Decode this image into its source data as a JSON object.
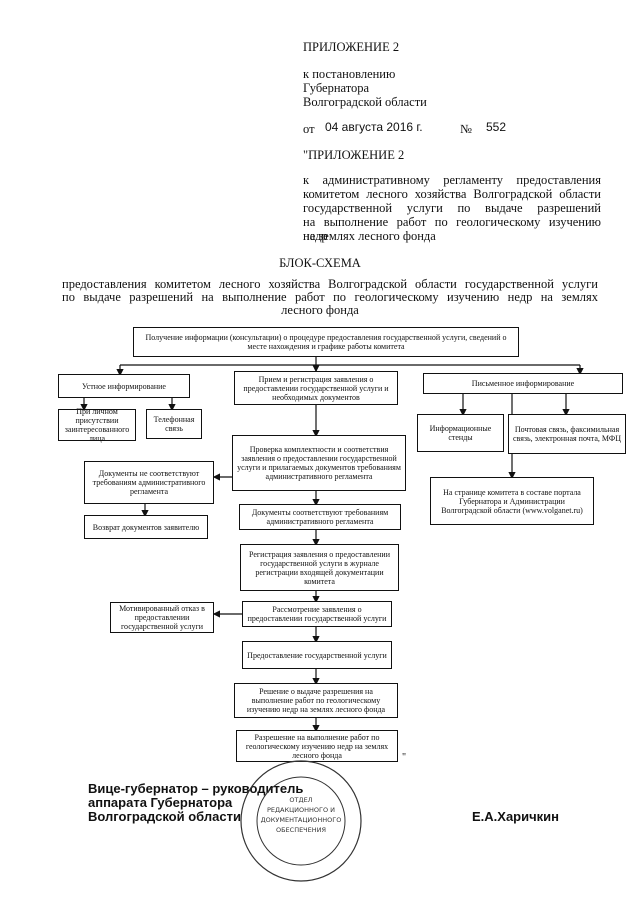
{
  "header": {
    "appendix": "ПРИЛОЖЕНИЕ 2",
    "to_resolution": [
      "к постановлению",
      "Губернатора",
      "Волгоградской области"
    ],
    "date_prefix": "от",
    "date": "04 августа 2016 г.",
    "number_prefix": "№",
    "number": "552",
    "appendix_quoted": "\"ПРИЛОЖЕНИЕ 2",
    "regulation_lines": [
      "к административному регламенту предоставления",
      "комитетом лесного хозяйства Волгоградской области",
      "государственной услуги по выдаче разрешений",
      "на выполнение работ по геологическому изучению недр",
      "на землях лесного фонда"
    ]
  },
  "title": "БЛОК-СХЕМА",
  "subtitle_lines": [
    "предоставления комитетом лесного хозяйства Волгоградской области государственной услуги",
    "по выдаче разрешений на выполнение работ по геологическому изучению недр на землях",
    "лесного фонда"
  ],
  "flow": {
    "top": "Получение информации (консультации) о процедуре предоставления государственной услуги, сведений о месте нахождения и графике работы комитета",
    "oral": "Устное информирование",
    "personal": "При личном присутствии заинтересованного лица",
    "phone": "Телефонная связь",
    "reception": "Прием и регистрация заявления о предоставлении государственной услуги и необходимых документов",
    "written": "Письменное информирование",
    "info_stands": "Информационные стенды",
    "post": "Почтовая связь, факсимильная связь, электронная почта, МФЦ",
    "check": "Проверка комплектности и соответствия заявления о предоставлении государственной услуги и прилагаемых документов требованиям административного регламента",
    "not_match": "Документы не соответствуют требованиям административного регламента",
    "website": "На странице комитета в составе портала Губернатора и Администрации Волгоградской области (www.volganet.ru)",
    "return_docs": "Возврат документов заявителю",
    "match": "Документы соответствуют требованиям административного регламента",
    "register": "Регистрация заявления о предоставлении государственной услуги в журнале регистрации входящей документации комитета",
    "refusal": "Мотивированный отказ в предоставлении государственной услуги",
    "review": "Рассмотрение заявления о предоставлении государственной услуги",
    "provision": "Предоставление государственной услуги",
    "decision": "Решение о выдаче разрешения на выполнение работ по геологическому изучению недр на землях лесного фонда",
    "permit": "Разрешение на выполнение работ по геологическому изучению недр на землях лесного фонда",
    "end_mark": "\""
  },
  "signature": {
    "position_lines": [
      "Вице-губернатор – руководитель",
      "аппарата  Губернатора",
      "Волгоградской области"
    ],
    "name": "Е.А.Харичкин",
    "stamp_inner": [
      "ОТДЕЛ",
      "РЕДАКЦИОННОГО И",
      "ДОКУМЕНТАЦИОННОГО",
      "ОБЕСПЕЧЕНИЯ"
    ]
  }
}
